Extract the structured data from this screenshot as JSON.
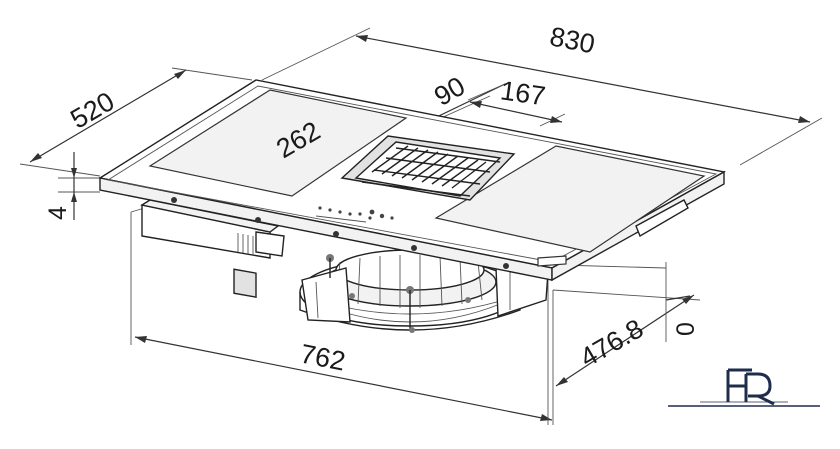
{
  "dimensions": {
    "width": "830",
    "depth": "520",
    "height": "4",
    "zone": "262",
    "vent_depth": "90",
    "vent_width": "167",
    "cutout_width": "762",
    "cutout_depth": "476.8",
    "right_offset": "0"
  },
  "logo": {
    "letters": "FR",
    "color": "#1f2d4d"
  },
  "colors": {
    "line": "#333333",
    "text": "#1a1a1a"
  }
}
